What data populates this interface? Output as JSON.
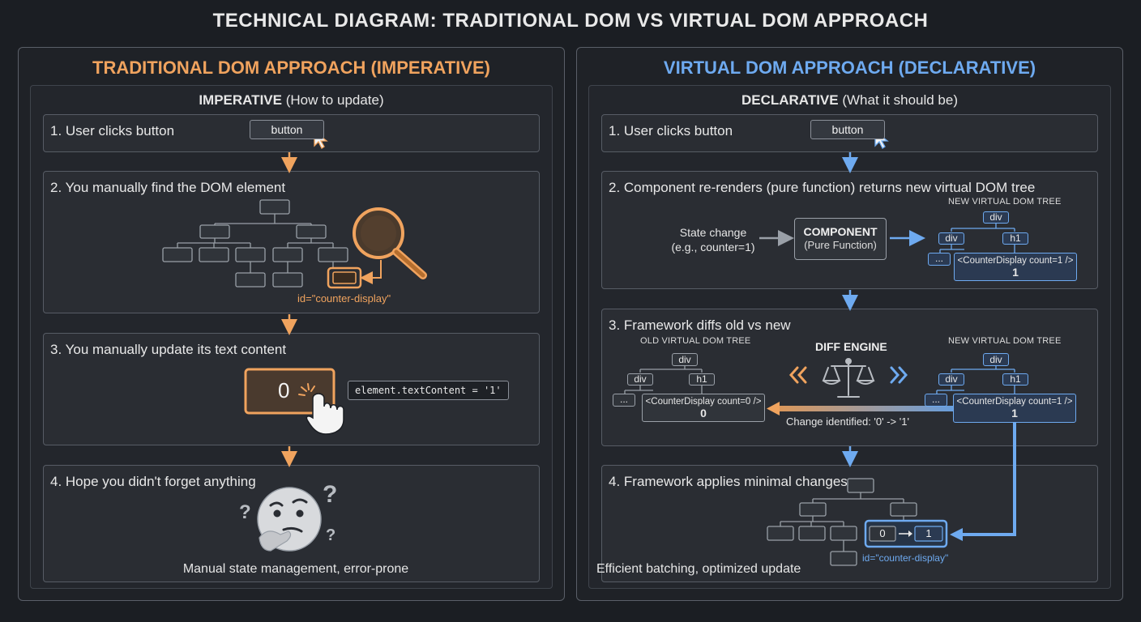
{
  "title": "TECHNICAL DIAGRAM: TRADITIONAL DOM VS VIRTUAL DOM APPROACH",
  "left": {
    "title": "TRADITIONAL DOM APPROACH (IMPERATIVE)",
    "subtitle_bold": "IMPERATIVE",
    "subtitle_rest": " (How to update)",
    "steps": [
      {
        "label": "1. User clicks button"
      },
      {
        "label": "2. You manually find the DOM element"
      },
      {
        "label": "3. You manually update its text content"
      },
      {
        "label": "4. Hope you didn't forget anything"
      }
    ],
    "button_label": "button",
    "id_label": "id=\"counter-display\"",
    "counter_value": "0",
    "code": "element.textContent = '1'",
    "footer": "Manual state management, error-prone"
  },
  "right": {
    "title": "VIRTUAL DOM APPROACH (DECLARATIVE)",
    "subtitle_bold": "DECLARATIVE",
    "subtitle_rest": " (What it should be)",
    "steps": [
      {
        "label": "1. User clicks button"
      },
      {
        "label": "2. Component re-renders (pure function) returns new virtual DOM tree"
      },
      {
        "label": "3. Framework diffs old vs new"
      },
      {
        "label": "4. Framework applies minimal changes"
      }
    ],
    "button_label": "button",
    "state_change_line1": "State change",
    "state_change_line2": "(e.g., counter=1)",
    "component_title": "COMPONENT",
    "component_sub": "(Pure Function)",
    "new_tree_label": "NEW VIRTUAL DOM TREE",
    "old_tree_label": "OLD VIRTUAL DOM TREE",
    "diff_engine": "DIFF ENGINE",
    "node_div": "div",
    "node_h1": "h1",
    "node_ellipsis": "...",
    "new_counter_tag": "<CounterDisplay count=1 />",
    "new_counter_value": "1",
    "old_counter_tag": "<CounterDisplay count=0 />",
    "old_counter_value": "0",
    "change_identified": "Change identified: '0' -> '1'",
    "patch_old": "0",
    "patch_new": "1",
    "id_label": "id=\"counter-display\"",
    "footer": "Efficient batching, optimized update"
  },
  "colors": {
    "orange": "#f0a35e",
    "blue": "#6eaaf0"
  }
}
